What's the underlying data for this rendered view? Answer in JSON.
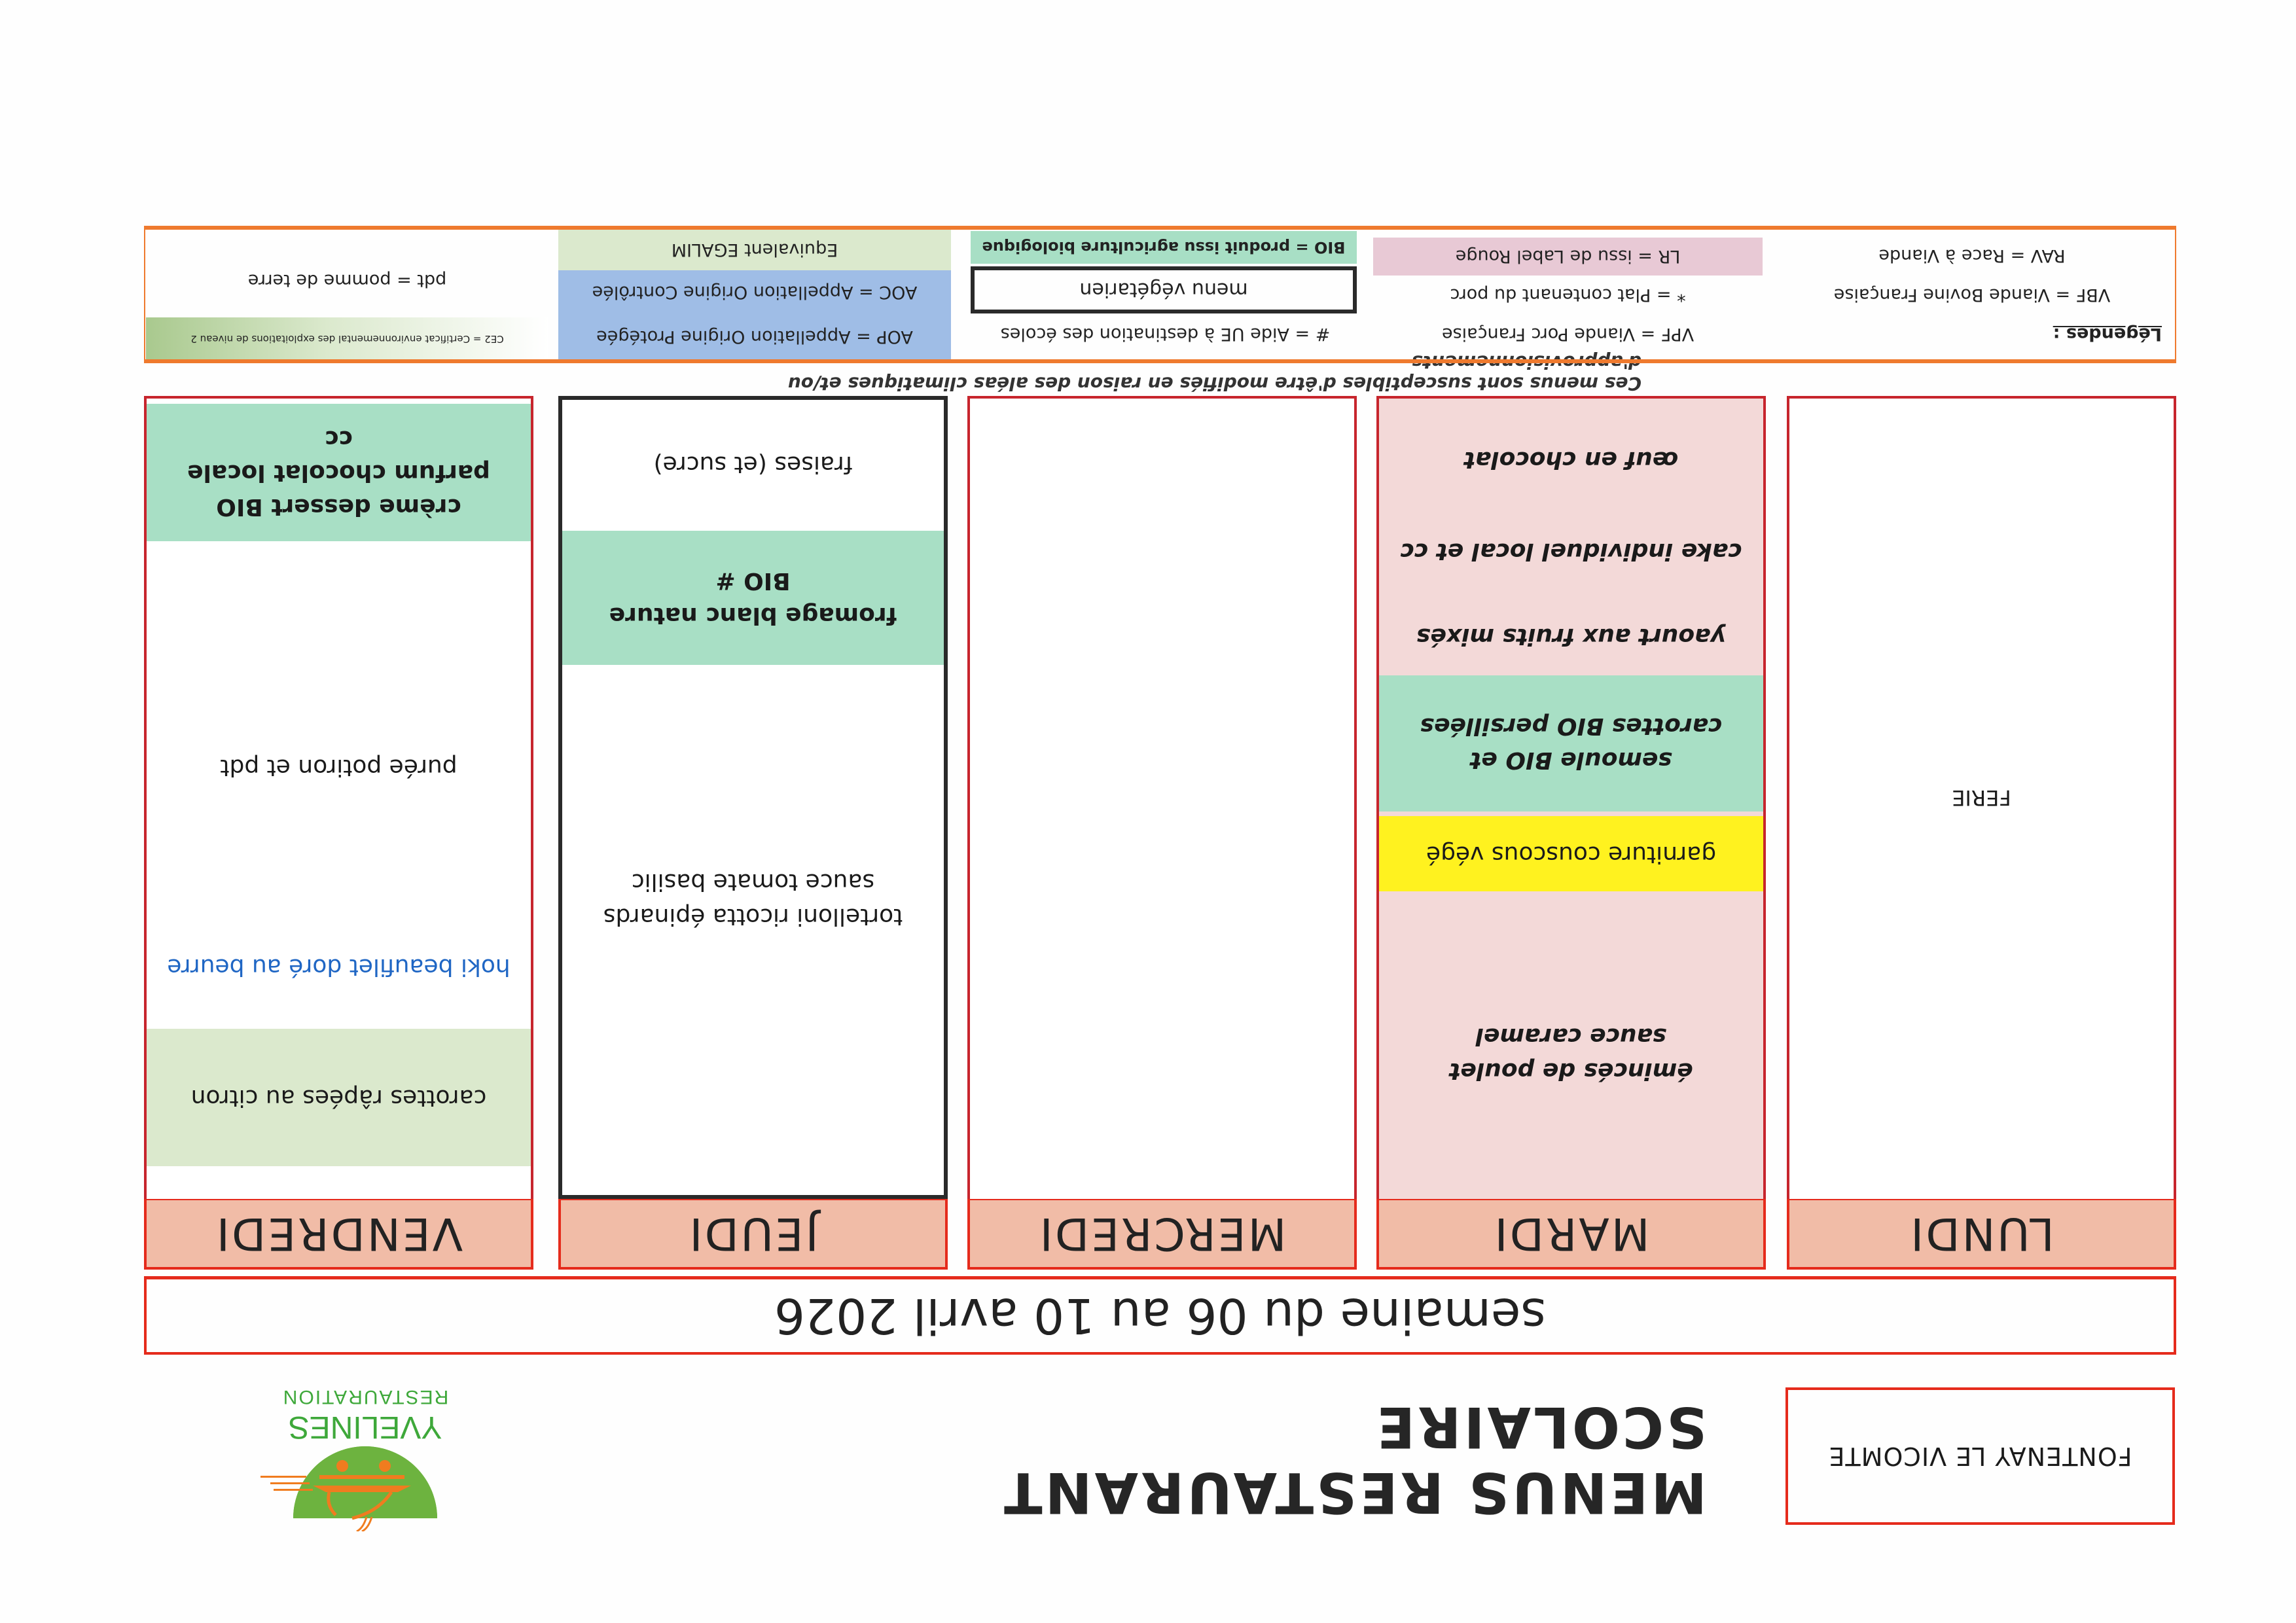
{
  "header": {
    "town": "FONTENAY LE VICOMTE",
    "title": "MENUS RESTAURANT SCOLAIRE",
    "logo": {
      "line1": "YVELINES",
      "line2": "RESTAURATION",
      "colors": {
        "green": "#6db33f",
        "orange": "#f07c1f"
      }
    },
    "week": "semaine du 06 au 10 avril 2026"
  },
  "days": [
    {
      "name": "LUNDI",
      "items": [
        {
          "text": "FERIE",
          "style": "plain"
        }
      ]
    },
    {
      "name": "MARDI",
      "items": [
        {
          "text": "émincés de poulet sauce caramel",
          "style": "pink"
        },
        {
          "text": "garniture couscous végé",
          "style": "yellow"
        },
        {
          "text": "semoule BIO et carottes BIO persillées",
          "style": "bio"
        },
        {
          "text": "yaourt aux fruits mixés",
          "style": "pink"
        },
        {
          "text": "cake individuel local et cc",
          "style": "pink"
        },
        {
          "text": "œuf en chocolat",
          "style": "pink"
        }
      ]
    },
    {
      "name": "MERCREDI",
      "items": []
    },
    {
      "name": "JEUDI",
      "vegetarian": true,
      "items": [
        {
          "text": "tortelloni ricotta épinards sauce tomate basilic",
          "style": "plain"
        },
        {
          "text": "fromage blanc nature BIO #",
          "style": "bio"
        },
        {
          "text": "fraises (et sucre)",
          "style": "plain"
        }
      ]
    },
    {
      "name": "VENDREDI",
      "items": [
        {
          "text": "carottes râpées au citron",
          "style": "egalim"
        },
        {
          "text": "hoki beaufilet doré au beurre",
          "style": "fish"
        },
        {
          "text": "purée potiron et pdt",
          "style": "plain"
        },
        {
          "text": "crème dessert BIO parfum chocolat locale cc",
          "style": "bio"
        }
      ]
    }
  ],
  "note": "Ces menus sont susceptibles d'être modifiés en raison des aléas climatiques et/ou d'approvisionnements",
  "legend": {
    "title": "Légendes :",
    "items": {
      "vbf": "VBF = Viande Bovine Française",
      "rav": "RAV = Race à Viande",
      "vpf": "VPF = Viande Porc Française",
      "porc": "* = Plat contenant du porc",
      "lr": "LR = issu de Label Rouge",
      "aide": "# = Aide UE à destination des écoles",
      "veg": "menu végétarien",
      "bio": "BIO = produit issu agriculture biologique",
      "aop": "AOP = Appellation Origine Protégée",
      "aoc": "AOC = Appellation Origine Contrôlée",
      "egalim": "Equivalent EGALIM",
      "ce2": "CE2 = Certificat environnemental des exploitations de niveau 2",
      "pdt": "pdt = pomme de terre"
    }
  },
  "colors": {
    "border": "#e52b1c",
    "header_bg": "#f1bca7",
    "pink": "#f3d9d8",
    "bio_green": "#a8dfc5",
    "egalim_green": "#dbe9cd",
    "yellow": "#fff21f",
    "label_rouge": "#e8c9d5",
    "aop_blue": "#9fbde6",
    "fish_blue": "#1f66c4"
  }
}
